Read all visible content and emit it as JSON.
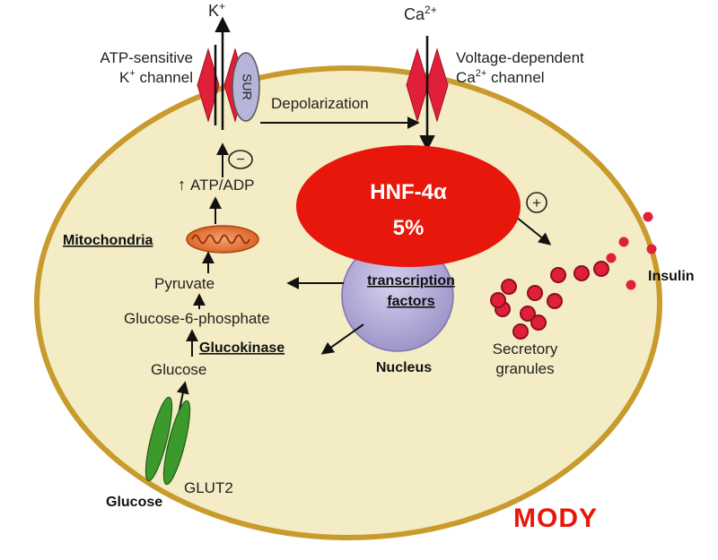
{
  "labels": {
    "k_ion": "K",
    "k_sup": "+",
    "ca_ion": "Ca",
    "ca_sup": "2+",
    "atp_channel_line1": "ATP-sensitive",
    "atp_channel_line2_base": "K",
    "atp_channel_line2_sup": "+",
    "atp_channel_line2_rest": " channel",
    "volt_channel_line1": "Voltage-dependent",
    "volt_channel_line2_base": "Ca",
    "volt_channel_line2_sup": "2+",
    "volt_channel_line2_rest": " channel",
    "sur": "SUR",
    "depolarization": "Depolarization",
    "minus": "−",
    "plus": "+",
    "atp_adp": "ATP/ADP",
    "mitochondria": "Mitochondria",
    "pyruvate": "Pyruvate",
    "g6p": "Glucose-6-phosphate",
    "glucokinase": "Glucokinase",
    "glucose_inside": "Glucose",
    "glut2": "GLUT2",
    "glucose_outside": "Glucose",
    "transcription_line1": "transcription",
    "transcription_line2": "factors",
    "nucleus": "Nucleus",
    "secretory_line1": "Secretory",
    "secretory_line2": "granules",
    "insulin": "Insulin"
  },
  "highlight": {
    "gene": "HNF-4α",
    "percent": "5%"
  },
  "footer": {
    "title": "MODY"
  },
  "colors": {
    "cell_fill": "#f4ecc4",
    "cell_border": "#c99a2c",
    "channel_red": "#e0203a",
    "sur_fill": "#b7b4d9",
    "nucleus_fill": "#b9b2da",
    "hnf_red": "#e8170b",
    "glut2_green": "#3c9a2c",
    "mito_orange": "#e36a2a",
    "granule_red": "#e0203a",
    "mody_red": "#e8170b"
  }
}
